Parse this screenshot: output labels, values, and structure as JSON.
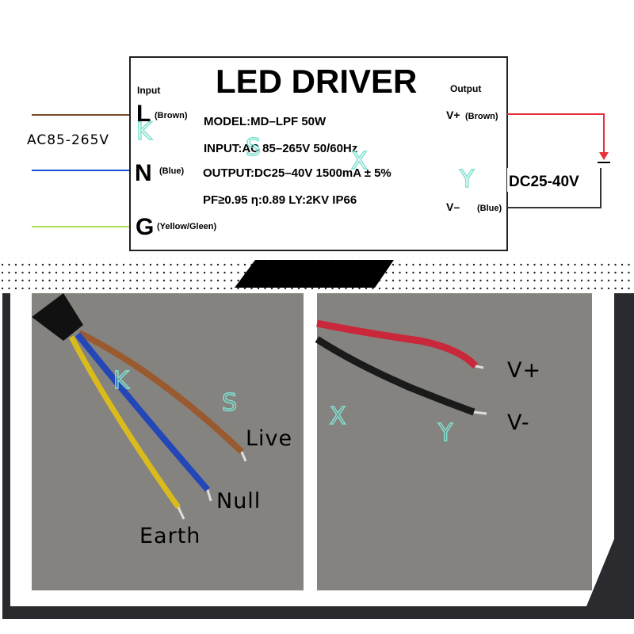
{
  "label": {
    "title": "LED DRIVER",
    "input_heading": "Input",
    "output_heading": "Output",
    "terminals_in": [
      {
        "letter": "L",
        "color_name": "(Brown)",
        "wire_color": "#7a4a2a"
      },
      {
        "letter": "N",
        "color_name": "(Blue)",
        "wire_color": "#1f4fd6"
      },
      {
        "letter": "G",
        "color_name": "(Yellow/Gleen)",
        "wire_color": "#a8e05a"
      }
    ],
    "terminals_out": [
      {
        "letter": "V+",
        "color_name": "(Brown)",
        "wire_color": "#e8303a"
      },
      {
        "letter": "V–",
        "color_name": "(Blue)",
        "wire_color": "#333333"
      }
    ],
    "specs": [
      "MODEL:MD–LPF 50W",
      "INPUT:AC 85–265V    50/60Hz",
      "OUTPUT:DC25–40V 1500mA ± 5%",
      "PF≥0.95 η:0.89  LY:2KV   IP66"
    ],
    "ac_range": "AC85-265V",
    "dc_range": "DC25-40V"
  },
  "photos": {
    "input_labels": [
      "Live",
      "Null",
      "Earth"
    ],
    "output_labels": [
      "V+",
      "V-"
    ]
  },
  "watermark": [
    "K",
    "S",
    "X",
    "Y"
  ]
}
